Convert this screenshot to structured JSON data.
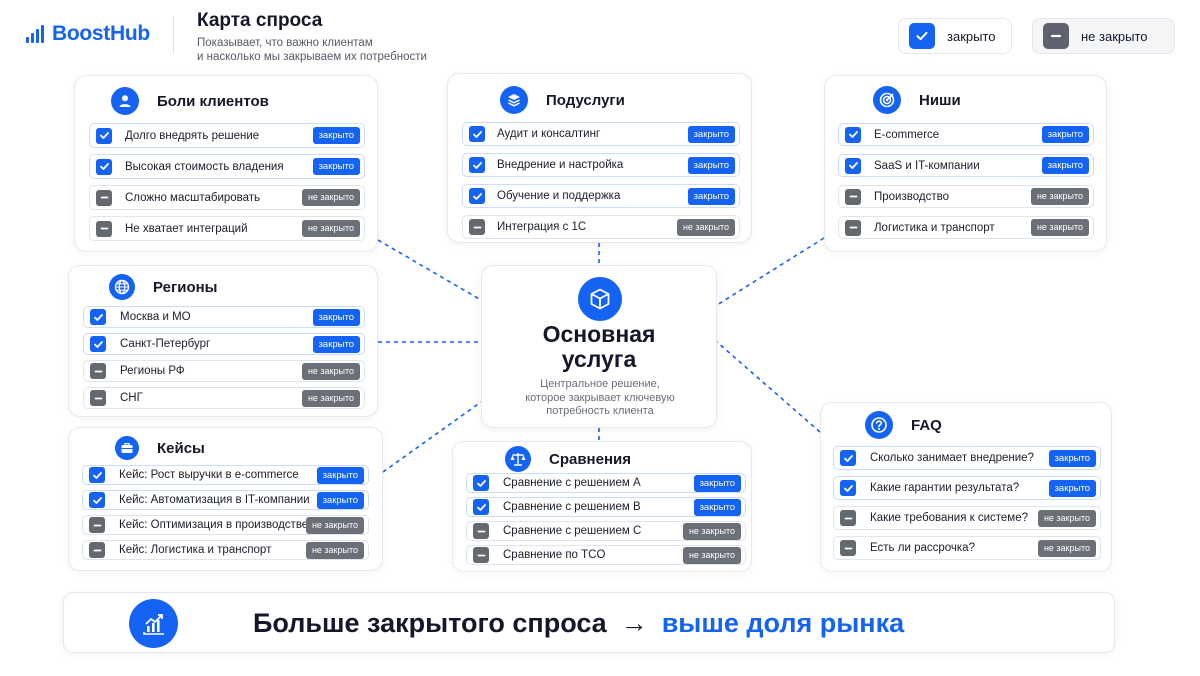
{
  "header": {
    "logo_text": "BoostHub",
    "title": "Карта спроса",
    "subtitle_line1": "Показывает, что важно клиентам",
    "subtitle_line2": "и насколько мы закрываем их потребности"
  },
  "legend": {
    "closed": "закрыто",
    "open": "не закрыто"
  },
  "colors": {
    "accent": "#1463f3",
    "closed_badge": "#1463f3",
    "open_badge": "#6b6f78"
  },
  "center": {
    "title_line1": "Основная",
    "title_line2": "услуга",
    "sub_line1": "Центральное решение,",
    "sub_line2": "которое закрывает ключевую",
    "sub_line3": "потребность клиента"
  },
  "cards": {
    "pains": {
      "title": "Боли клиентов",
      "icon": "user-icon",
      "items": [
        {
          "label": "Долго внедрять решение",
          "status": "закрыто",
          "closed": true
        },
        {
          "label": "Высокая стоимость владения",
          "status": "закрыто",
          "closed": true
        },
        {
          "label": "Сложно масштабировать",
          "status": "не закрыто",
          "closed": false
        },
        {
          "label": "Не хватает интеграций",
          "status": "не закрыто",
          "closed": false
        }
      ]
    },
    "subservices": {
      "title": "Подуслуги",
      "icon": "layers-icon",
      "items": [
        {
          "label": "Аудит и консалтинг",
          "status": "закрыто",
          "closed": true
        },
        {
          "label": "Внедрение и настройка",
          "status": "закрыто",
          "closed": true
        },
        {
          "label": "Обучение и поддержка",
          "status": "закрыто",
          "closed": true
        },
        {
          "label": "Интеграция с 1С",
          "status": "не закрыто",
          "closed": false
        }
      ]
    },
    "niches": {
      "title": "Ниши",
      "icon": "target-icon",
      "items": [
        {
          "label": "E-commerce",
          "status": "закрыто",
          "closed": true
        },
        {
          "label": "SaaS и IT-компании",
          "status": "закрыто",
          "closed": true
        },
        {
          "label": "Производство",
          "status": "не закрыто",
          "closed": false
        },
        {
          "label": "Логистика и транспорт",
          "status": "не закрыто",
          "closed": false
        }
      ]
    },
    "regions": {
      "title": "Регионы",
      "icon": "globe-icon",
      "items": [
        {
          "label": "Москва и МО",
          "status": "закрыто",
          "closed": true
        },
        {
          "label": "Санкт-Петербург",
          "status": "закрыто",
          "closed": true
        },
        {
          "label": "Регионы РФ",
          "status": "не закрыто",
          "closed": false
        },
        {
          "label": "СНГ",
          "status": "не закрыто",
          "closed": false
        }
      ]
    },
    "cases": {
      "title": "Кейсы",
      "icon": "briefcase-icon",
      "items": [
        {
          "label": "Кейс: Рост выручки в e-commerce",
          "status": "закрыто",
          "closed": true
        },
        {
          "label": "Кейс: Автоматизация в IT-компании",
          "status": "закрыто",
          "closed": true
        },
        {
          "label": "Кейс: Оптимизация в производстве",
          "status": "не закрыто",
          "closed": false
        },
        {
          "label": "Кейс: Логистика и транспорт",
          "status": "не закрыто",
          "closed": false
        }
      ]
    },
    "comparisons": {
      "title": "Сравнения",
      "icon": "scales-icon",
      "items": [
        {
          "label": "Сравнение с решением A",
          "status": "закрыто",
          "closed": true
        },
        {
          "label": "Сравнение с решением B",
          "status": "закрыто",
          "closed": true
        },
        {
          "label": "Сравнение с решением C",
          "status": "не закрыто",
          "closed": false
        },
        {
          "label": "Сравнение по TCO",
          "status": "не закрыто",
          "closed": false
        }
      ]
    },
    "faq": {
      "title": "FAQ",
      "icon": "question-icon",
      "items": [
        {
          "label": "Сколько занимает внедрение?",
          "status": "закрыто",
          "closed": true
        },
        {
          "label": "Какие гарантии результата?",
          "status": "закрыто",
          "closed": true
        },
        {
          "label": "Какие требования к системе?",
          "status": "не закрыто",
          "closed": false
        },
        {
          "label": "Есть ли рассрочка?",
          "status": "не закрыто",
          "closed": false
        }
      ]
    }
  },
  "footer": {
    "text_main": "Больше закрытого спроса",
    "arrow": "→",
    "text_accent": "выше доля рынка"
  }
}
